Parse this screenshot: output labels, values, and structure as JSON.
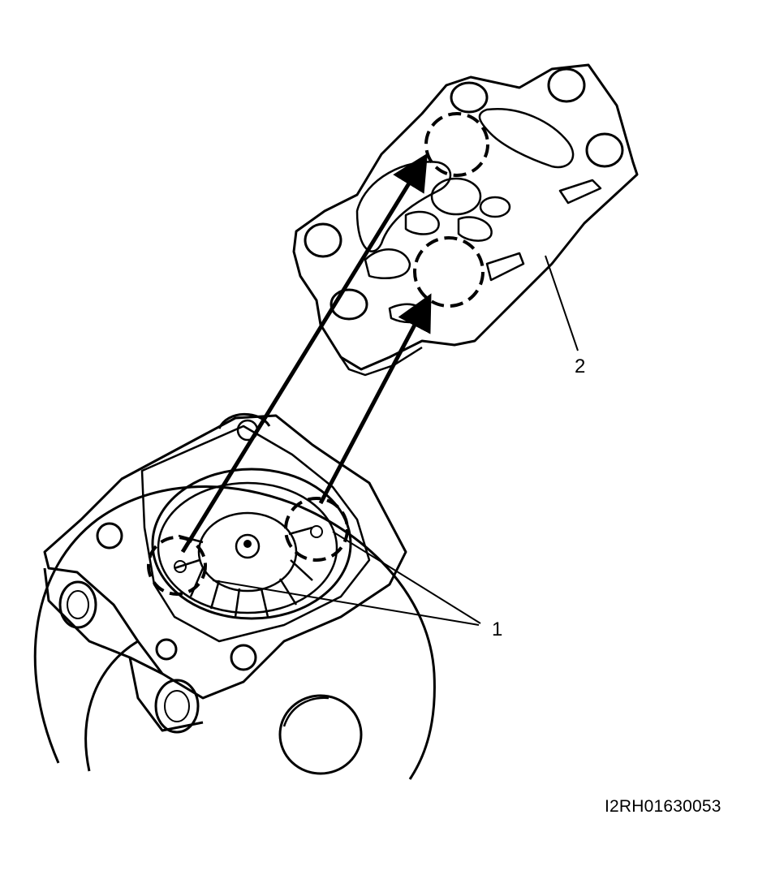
{
  "figure": {
    "figure_code": "I2RH01630053",
    "line_color": "#000000",
    "background_color": "#ffffff"
  },
  "callouts": [
    {
      "id": "1",
      "text": "1"
    },
    {
      "id": "2",
      "text": "2"
    }
  ],
  "icons": {
    "arrow": "arrow-icon"
  }
}
